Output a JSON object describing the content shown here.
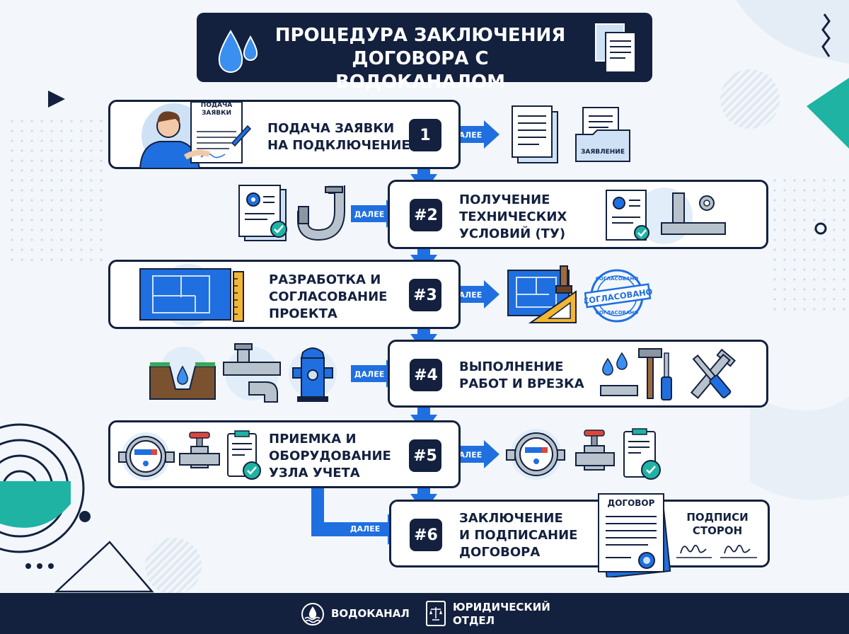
{
  "title": "ПРОЦЕДУРА ЗАКЛЮЧЕНИЯ\nДОГОВОРА С ВОДОКАНАЛОМ",
  "arrow_label": "ДАЛЕЕ",
  "steps": [
    {
      "number": "1",
      "label": "ПОДАЧА ЗАЯВКИ\nНА ПОДКЛЮЧЕНИЕ"
    },
    {
      "number": "#2",
      "label": "ПОЛУЧЕНИЕ\nТЕХНИЧЕСКИХ\nУСЛОВИЙ (ТУ)"
    },
    {
      "number": "#3",
      "label": "РАЗРАБОТКА И\nСОГЛАСОВАНИЕ\nПРОЕКТА"
    },
    {
      "number": "#4",
      "label": "ВЫПОЛНЕНИЕ\nРАБОТ И ВРЕЗКА"
    },
    {
      "number": "#5",
      "label": "ПРИЕМКА И\nОБОРУДОВАНИЕ\nУЗЛА УЧЕТА"
    },
    {
      "number": "#6",
      "label": "ЗАКЛЮЧЕНИЕ\nИ ПОДПИСАНИЕ\nДОГОВОРА"
    }
  ],
  "icons": {
    "application_doc": "ПОДАЧА\nЗАЯВКИ",
    "folder": "ЗАЯВЛЕНИЕ",
    "stamp_main": "СОГЛАСОВАНО",
    "stamp_ring_top": "СОГЛАСОВАНО",
    "stamp_ring_bottom": "СОГЛАСОВАНО",
    "contract": "ДОГОВОР",
    "signatures": "ПОДПИСИ\nСТОРОН"
  },
  "footer": {
    "org": "ВОДОКАНАЛ",
    "dept": "ЮРИДИЧЕСКИЙ\nОТДЕЛ"
  },
  "colors": {
    "navy": "#13213f",
    "blue": "#1f6fe0",
    "teal": "#1fb3a4",
    "light_blue": "#cfe2f5",
    "background": "#f3f7fb"
  }
}
